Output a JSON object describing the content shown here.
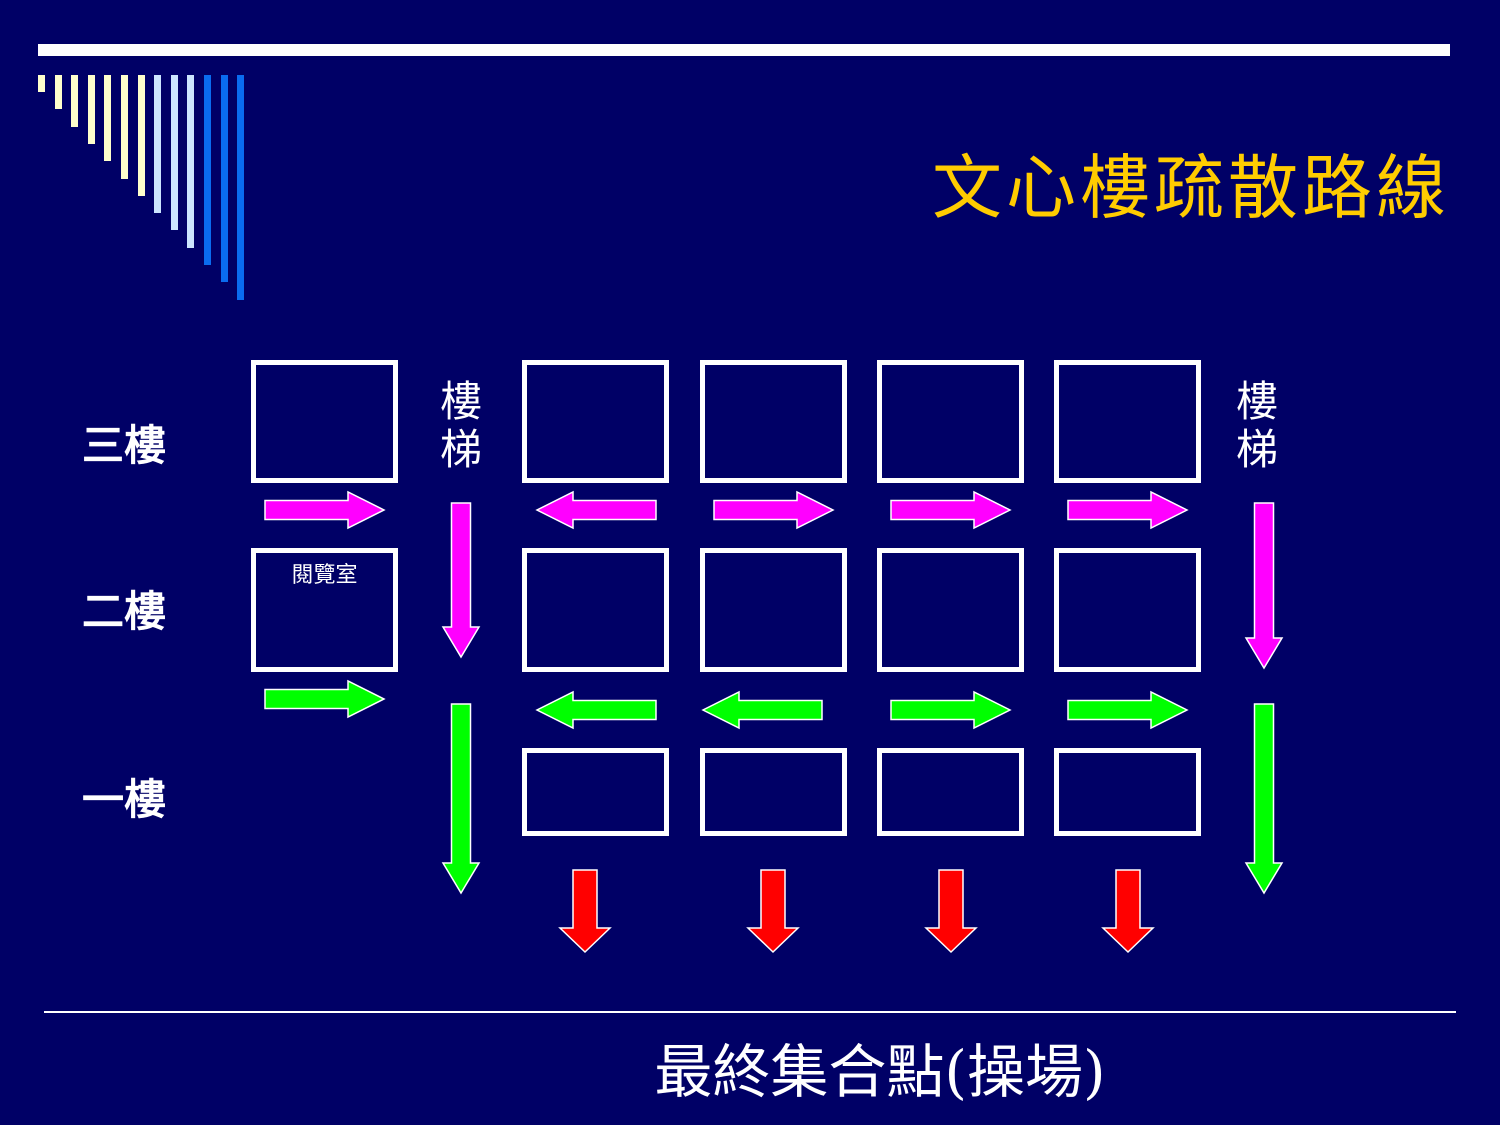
{
  "title": "文心樓疏散路線",
  "floors": {
    "third": "三樓",
    "second": "二樓",
    "first": "一樓"
  },
  "stairs": {
    "left": "樓梯",
    "right": "樓梯"
  },
  "rooms": {
    "reading_room": "閱覽室"
  },
  "assembly_point": "最終集合點(操場)",
  "colors": {
    "background": "#000066",
    "title": "#FFCC00",
    "third_floor_route": "#FF00FF",
    "second_floor_route": "#00FF00",
    "exit_route": "#FF0000",
    "stripe_cream": "#FFFFCC",
    "stripe_light_blue": "#CCE5FF",
    "stripe_blue": "#0A6CF0"
  }
}
